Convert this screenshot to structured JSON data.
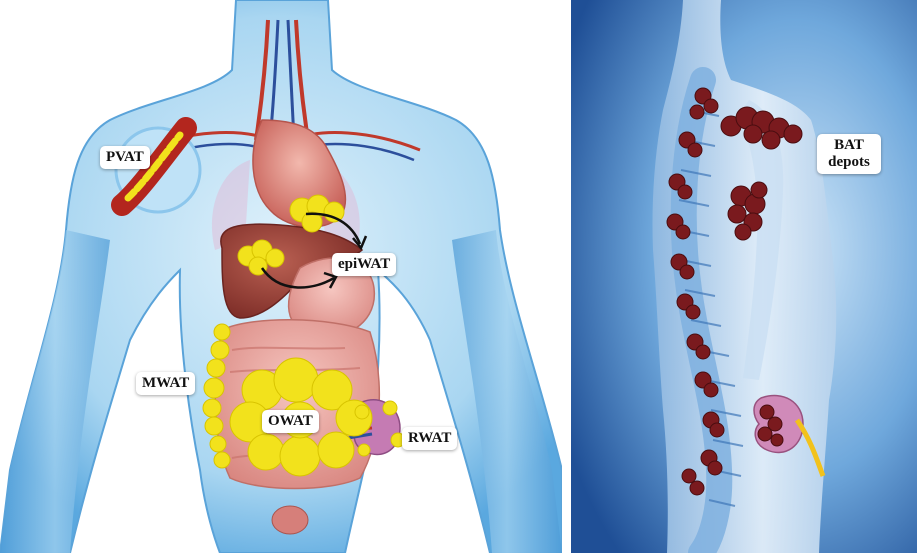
{
  "left_panel": {
    "labels": {
      "pvat": "PVAT",
      "epiwat": "epiWAT",
      "mwat": "MWAT",
      "owat": "OWAT",
      "rwat": "RWAT"
    }
  },
  "right_panel": {
    "labels": {
      "bat_line1": "BAT",
      "bat_line2": "depots"
    }
  },
  "colors": {
    "body_blue": "#6fb6e6",
    "fat_yellow": "#f2e21c",
    "bat_red": "#7a1a1e",
    "background_right": "#2a62a8"
  }
}
